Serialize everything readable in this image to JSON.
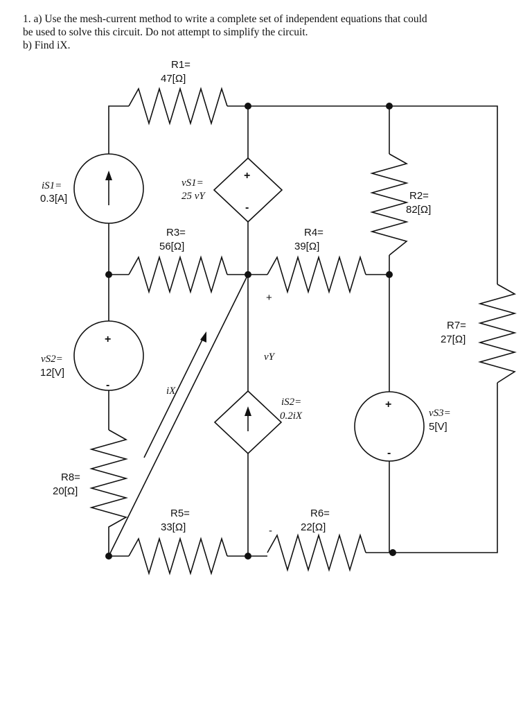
{
  "problem": {
    "line1": "1. a) Use the mesh-current method to write a complete set of independent equations that could",
    "line2": "be used to solve this circuit. Do not attempt to simplify the circuit.",
    "line3": "b) Find iX."
  },
  "components": {
    "R1": {
      "name": "R1=",
      "value": "47[Ω]"
    },
    "R2": {
      "name": "R2=",
      "value": "82[Ω]"
    },
    "R3": {
      "name": "R3=",
      "value": "56[Ω]"
    },
    "R4": {
      "name": "R4=",
      "value": "39[Ω]"
    },
    "R5": {
      "name": "R5=",
      "value": "33[Ω]"
    },
    "R6": {
      "name": "R6=",
      "value": "22[Ω]"
    },
    "R7": {
      "name": "R7=",
      "value": "27[Ω]"
    },
    "R8": {
      "name": "R8=",
      "value": "20[Ω]"
    },
    "iS1": {
      "name": "iS1=",
      "value": "0.3[A]"
    },
    "vS1": {
      "name": "vS1=",
      "value": "25 vY"
    },
    "vS2": {
      "name": "vS2=",
      "value": "12[V]"
    },
    "iS2": {
      "name": "iS2=",
      "value": "0.2iX"
    },
    "vS3": {
      "name": "vS3=",
      "value": "5[V]"
    }
  },
  "annotations": {
    "vy": "vY",
    "ix": "iX",
    "plus": "+",
    "minus": "-"
  }
}
